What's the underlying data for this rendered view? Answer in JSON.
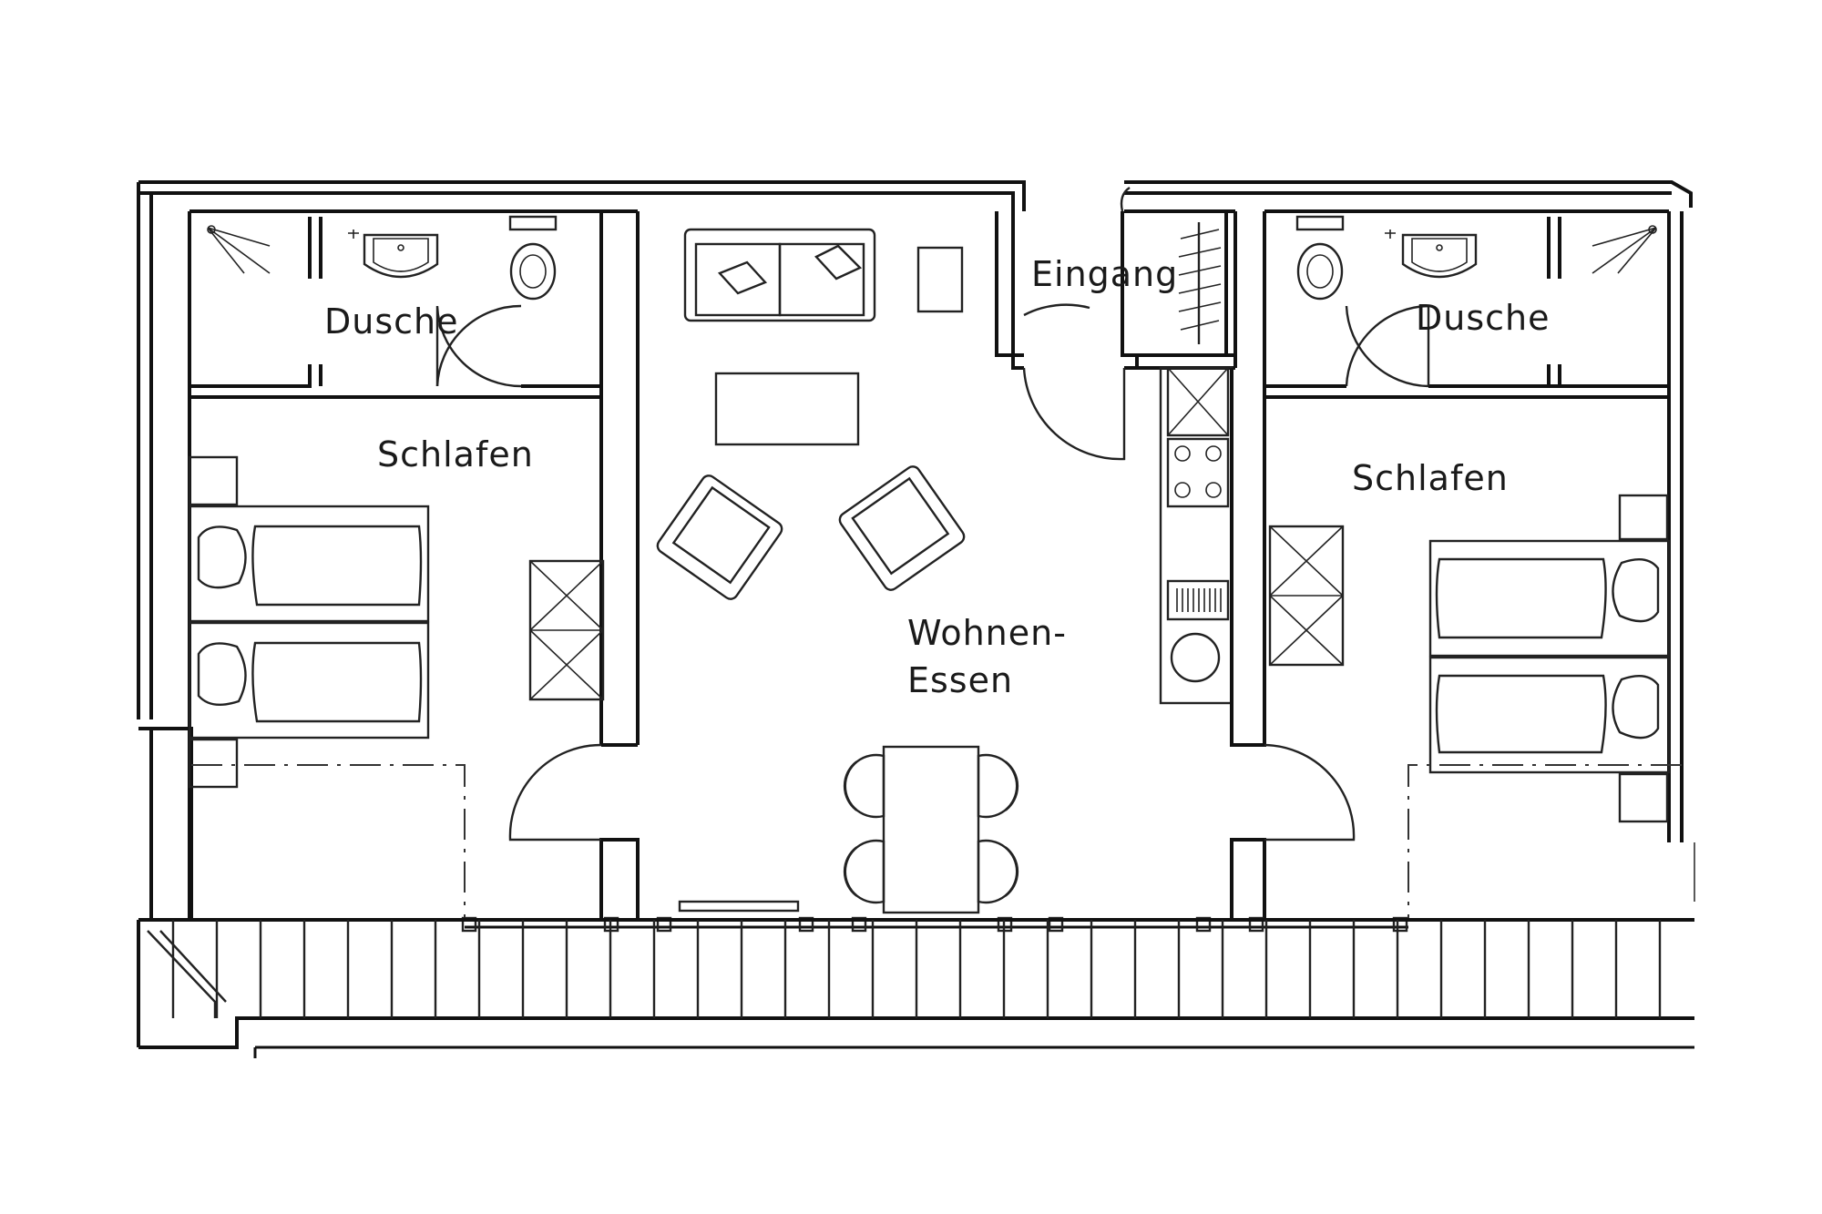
{
  "rooms": {
    "shower_left": "Dusche",
    "sleep_left": "Schlafen",
    "entrance": "Eingang",
    "living_line1": "Wohnen-",
    "living_line2": "Essen",
    "shower_right": "Dusche",
    "sleep_right": "Schlafen"
  }
}
